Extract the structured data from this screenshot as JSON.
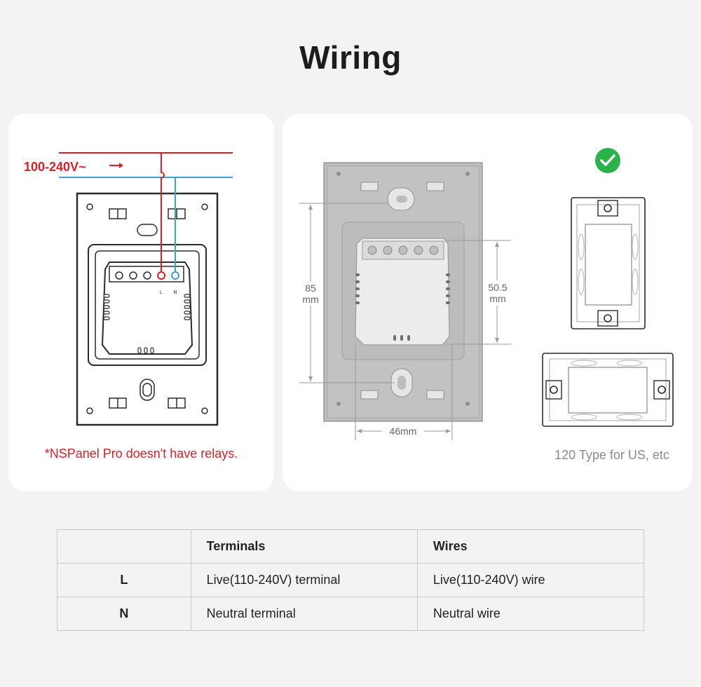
{
  "title": "Wiring",
  "left_panel": {
    "voltage_label": "100-240V~",
    "terminal_marks": [
      "L",
      "N"
    ],
    "note": "*NSPanel Pro doesn't have relays."
  },
  "right_panel": {
    "dim_height": [
      "85",
      "mm"
    ],
    "dim_module": [
      "50.5",
      "mm"
    ],
    "dim_width": "46mm",
    "caption": "120 Type for US, etc"
  },
  "table": {
    "headers": [
      "",
      "Terminals",
      "Wires"
    ],
    "rows": [
      {
        "key": "L",
        "terminal": "Live(110-240V) terminal",
        "wire": "Live(110-240V) wire"
      },
      {
        "key": "N",
        "terminal": "Neutral terminal",
        "wire": "Neutral wire"
      }
    ]
  },
  "colors": {
    "live": "#d3222a",
    "neutral": "#3f9fd6",
    "check": "#2cb24b"
  }
}
